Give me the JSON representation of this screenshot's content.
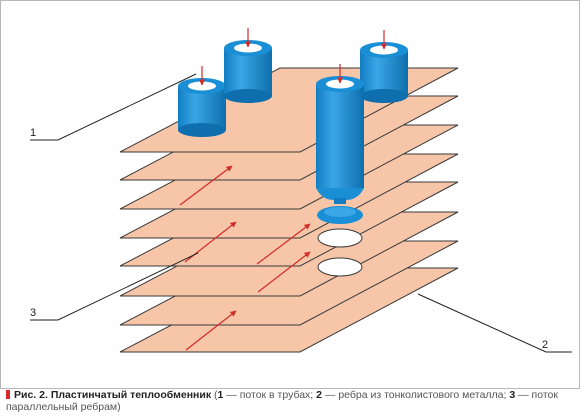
{
  "labels": {
    "one": "1",
    "two": "2",
    "three": "3"
  },
  "caption": {
    "fig": "Рис. 2.",
    "title": "Пластинчатый теплообменник",
    "open": " (",
    "n1": "1",
    "t1": " — поток в трубах; ",
    "n2": "2",
    "t2": " — ребра из тонколистового металла; ",
    "n3": "3",
    "t3": " — поток параллельный ребрам)"
  },
  "colors": {
    "fin_fill": "#f7c6a8",
    "fin_stroke": "#3a3a3a",
    "tube_blue": "#1a8fd6",
    "tube_blue_light": "#5bb6ec",
    "arrow_red": "#d42a2a",
    "caption_mark": "#d42a2a"
  }
}
